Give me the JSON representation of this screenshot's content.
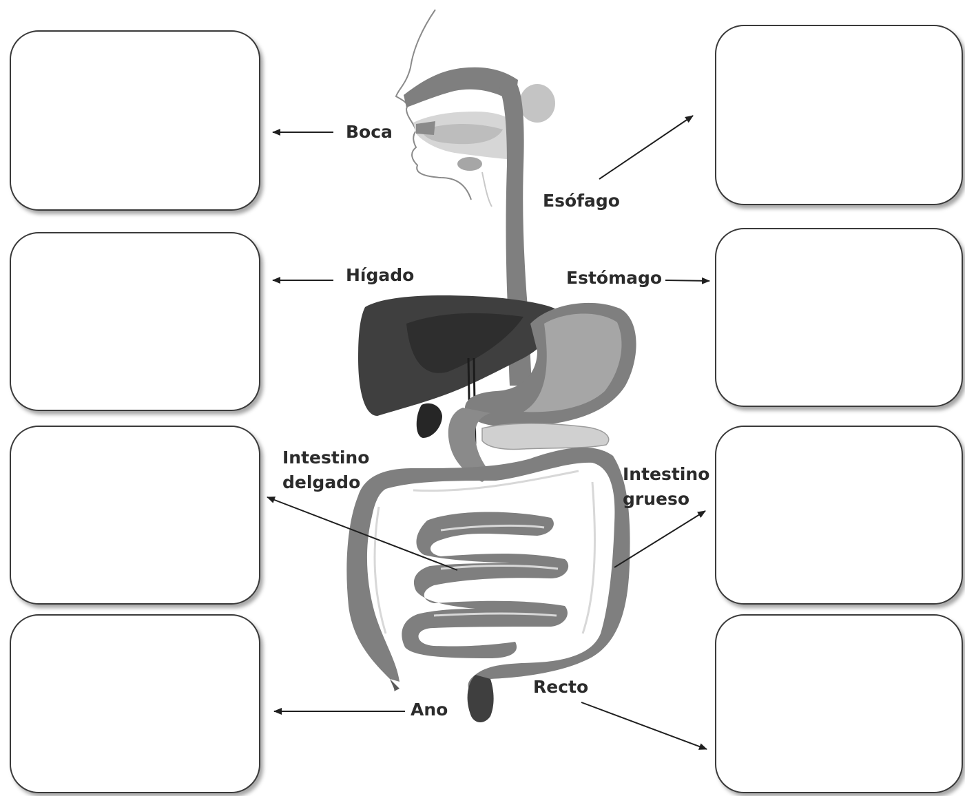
{
  "labels": {
    "boca": "Boca",
    "higado": "Hígado",
    "intestino_delgado_1": "Intestino",
    "intestino_delgado_2": "delgado",
    "ano": "Ano",
    "esofago": "Esófago",
    "estomago": "Estómago",
    "intestino_grueso_1": "Intestino",
    "intestino_grueso_2": "grueso",
    "recto": "Recto"
  },
  "answer_boxes": {
    "left": [
      "",
      "",
      "",
      ""
    ],
    "right": [
      "",
      "",
      "",
      ""
    ]
  },
  "colors": {
    "organ_dark": "#3f3f3f",
    "organ_mid": "#7f7f7f",
    "organ_light": "#a6a6a6",
    "organ_pale": "#d6d6d6",
    "text": "#2b2b2b",
    "box_border": "#3a3a3a"
  }
}
